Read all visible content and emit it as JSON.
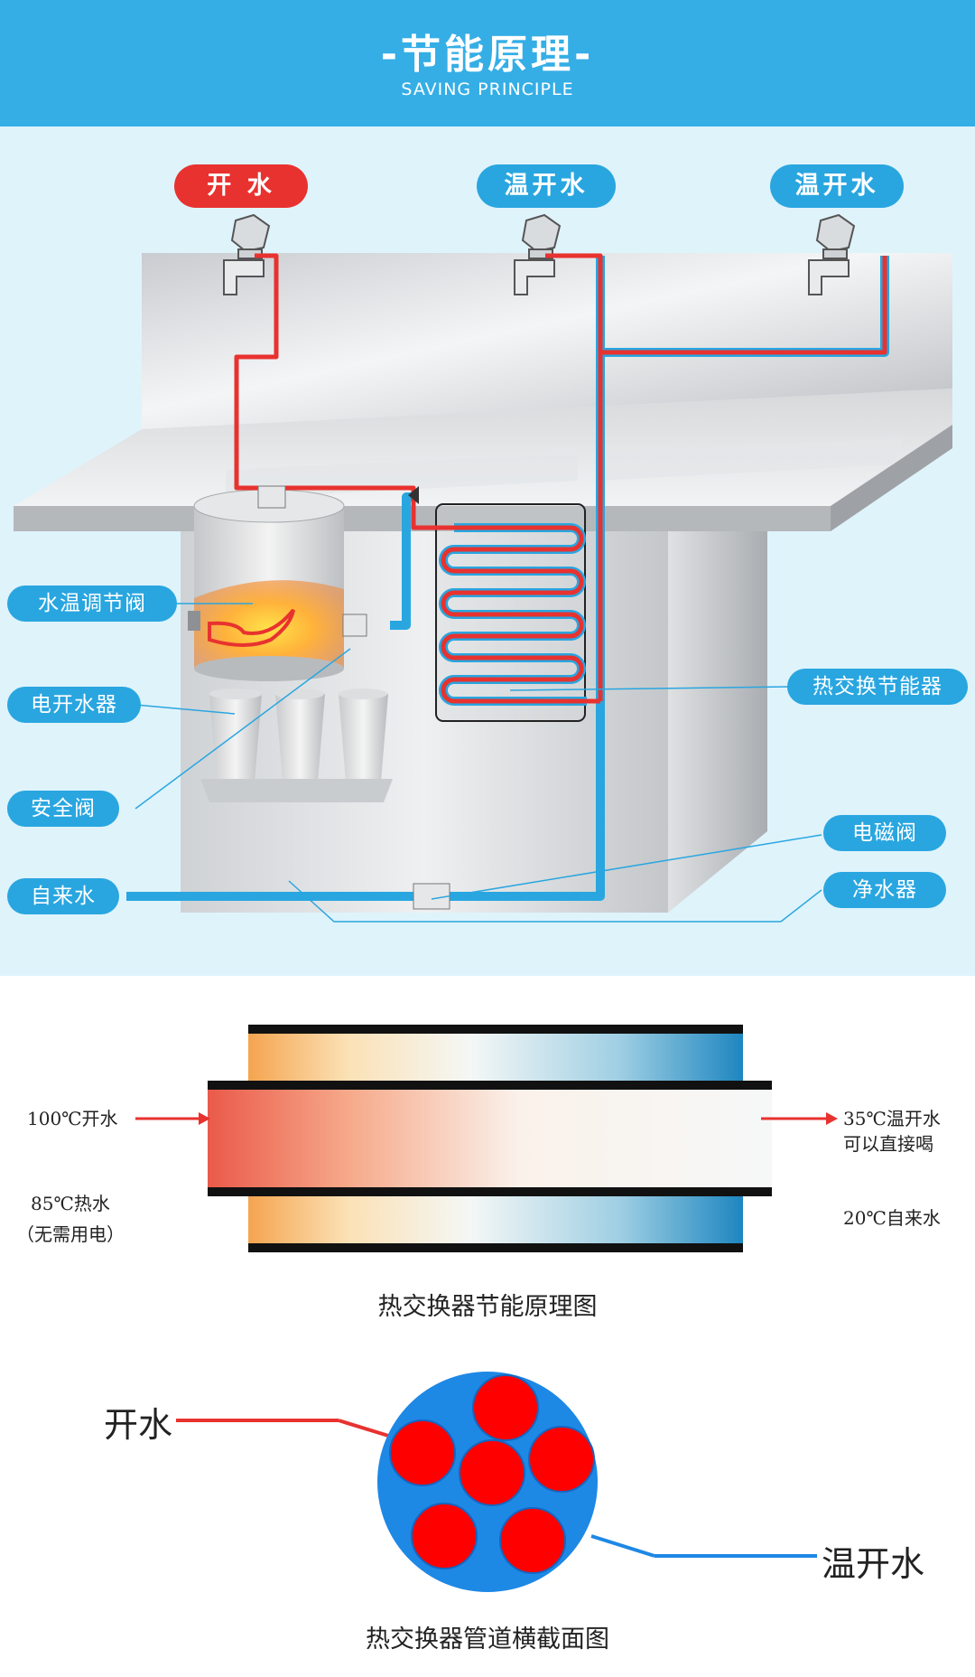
{
  "header": {
    "title": "-节能原理-",
    "subtitle": "SAVING PRINCIPLE"
  },
  "outlets": [
    {
      "label": "开 水",
      "color": "#e8322f"
    },
    {
      "label": "温开水",
      "color": "#29a6e0"
    },
    {
      "label": "温开水",
      "color": "#29a6e0"
    }
  ],
  "tags": {
    "valve_temp": "水温调节阀",
    "boiler": "电开水器",
    "safety_valve": "安全阀",
    "tap_water": "自来水",
    "heat_exchanger": "热交换节能器",
    "solenoid_valve": "电磁阀",
    "purifier": "净水器"
  },
  "colors": {
    "hot": "#e8322f",
    "cold": "#29a6e0",
    "header": "#35aee6"
  },
  "exchanger": {
    "in_hot": "100℃开水",
    "out_warm_line1": "35℃温开水",
    "out_warm_line2": "可以直接喝",
    "hot_85_line1": "85℃热水",
    "hot_85_line2": "（无需用电）",
    "tap_20": "20℃自来水",
    "caption": "热交换器节能原理图"
  },
  "cross_section": {
    "hot_label": "开水",
    "warm_label": "温开水",
    "caption": "热交换器管道横截面图"
  }
}
